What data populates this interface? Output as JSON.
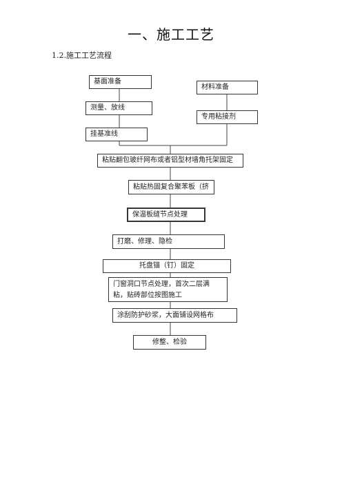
{
  "title": "一、施工工艺",
  "subtitle": "1.2.施工工艺流程",
  "flow": {
    "base_prep": "基面准备",
    "measure": "测量、放线",
    "hang_line": "挂基准线",
    "material_prep": "材料准备",
    "adhesive": "专用粘接剂",
    "step1": "粘贴翻包玻纤网布或者铝型材墙角托架固定",
    "step2": "粘贴热固复合聚苯板（挤",
    "step3": "保温板缝节点处理",
    "step4": "打磨、修理、隐检",
    "step5": "托盘锚（钉）固定",
    "step6": "门窗洞口节点处理，首次二层满粘，贴砖部位按图施工",
    "step7": "涂刮防护砂浆，大面铺设网格布",
    "step8": "修整、检验"
  }
}
